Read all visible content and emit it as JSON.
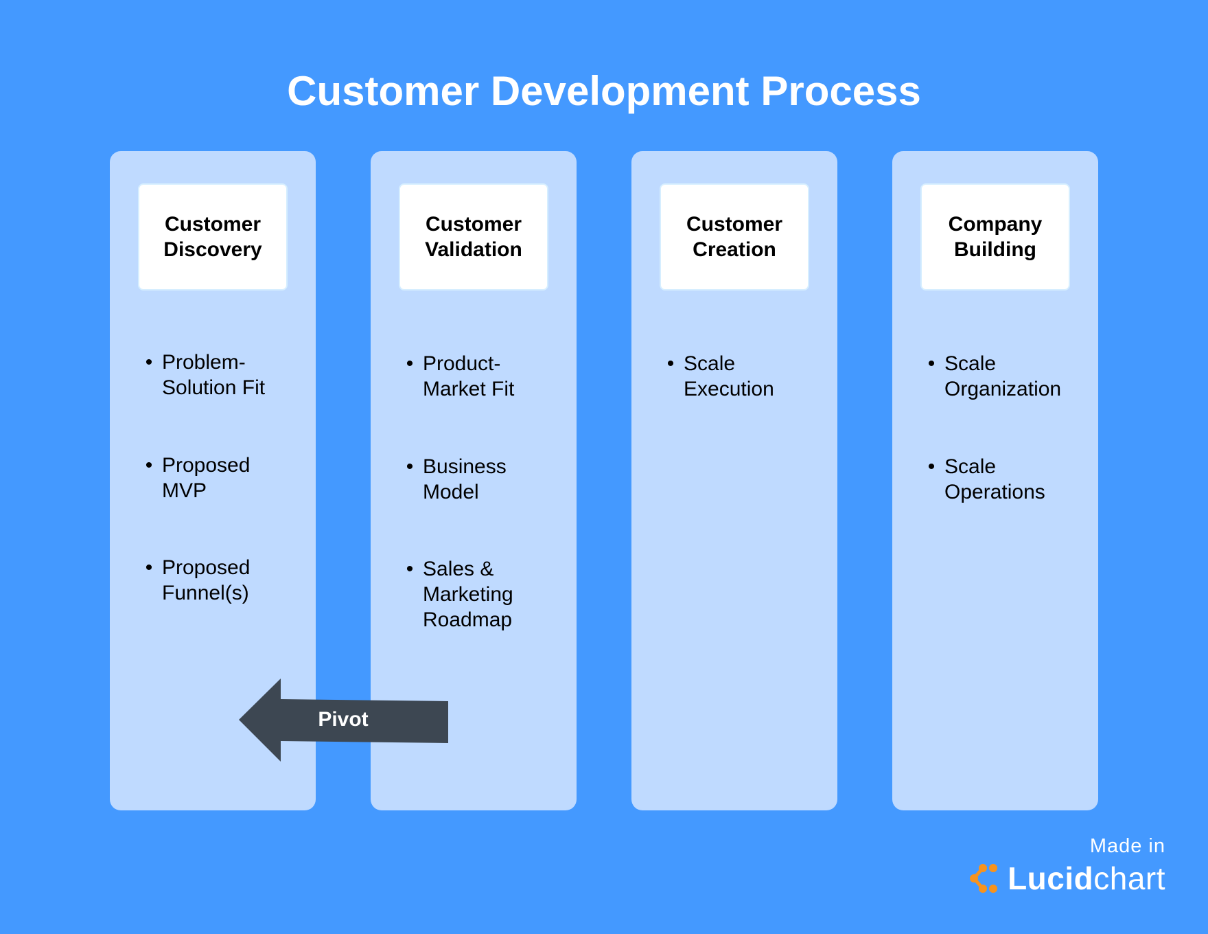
{
  "title": "Customer Development Process",
  "colors": {
    "background": "#4499ff",
    "column": "#bfdaff",
    "box": "#ffffff",
    "arrow": "#3d4752",
    "logo_accent": "#f7931e"
  },
  "stages": [
    {
      "title_lines": [
        "Customer",
        "Discovery"
      ],
      "items": [
        {
          "lines": [
            "Problem-",
            "Solution Fit"
          ]
        },
        {
          "lines": [
            "Proposed",
            "MVP"
          ]
        },
        {
          "lines": [
            "Proposed",
            "Funnel(s)"
          ]
        }
      ]
    },
    {
      "title_lines": [
        "Customer",
        "Validation"
      ],
      "items": [
        {
          "lines": [
            "Product-",
            "Market Fit"
          ]
        },
        {
          "lines": [
            "Business",
            "Model"
          ]
        },
        {
          "lines": [
            "Sales &",
            "Marketing",
            "Roadmap"
          ]
        }
      ]
    },
    {
      "title_lines": [
        "Customer",
        "Creation"
      ],
      "items": [
        {
          "lines": [
            "Scale",
            "Execution"
          ]
        }
      ]
    },
    {
      "title_lines": [
        "Company",
        "Building"
      ],
      "items": [
        {
          "lines": [
            "Scale",
            "Organization"
          ]
        },
        {
          "lines": [
            "Scale",
            "Operations"
          ]
        }
      ]
    }
  ],
  "bullet": "•",
  "pivot": {
    "label": "Pivot",
    "direction": "left",
    "from_stage": "Customer Validation",
    "to_stage": "Customer Discovery"
  },
  "branding": {
    "made_in": "Made in",
    "logo_bold": "Lucid",
    "logo_light": "chart",
    "icon": "lucidchart-logo-icon"
  }
}
